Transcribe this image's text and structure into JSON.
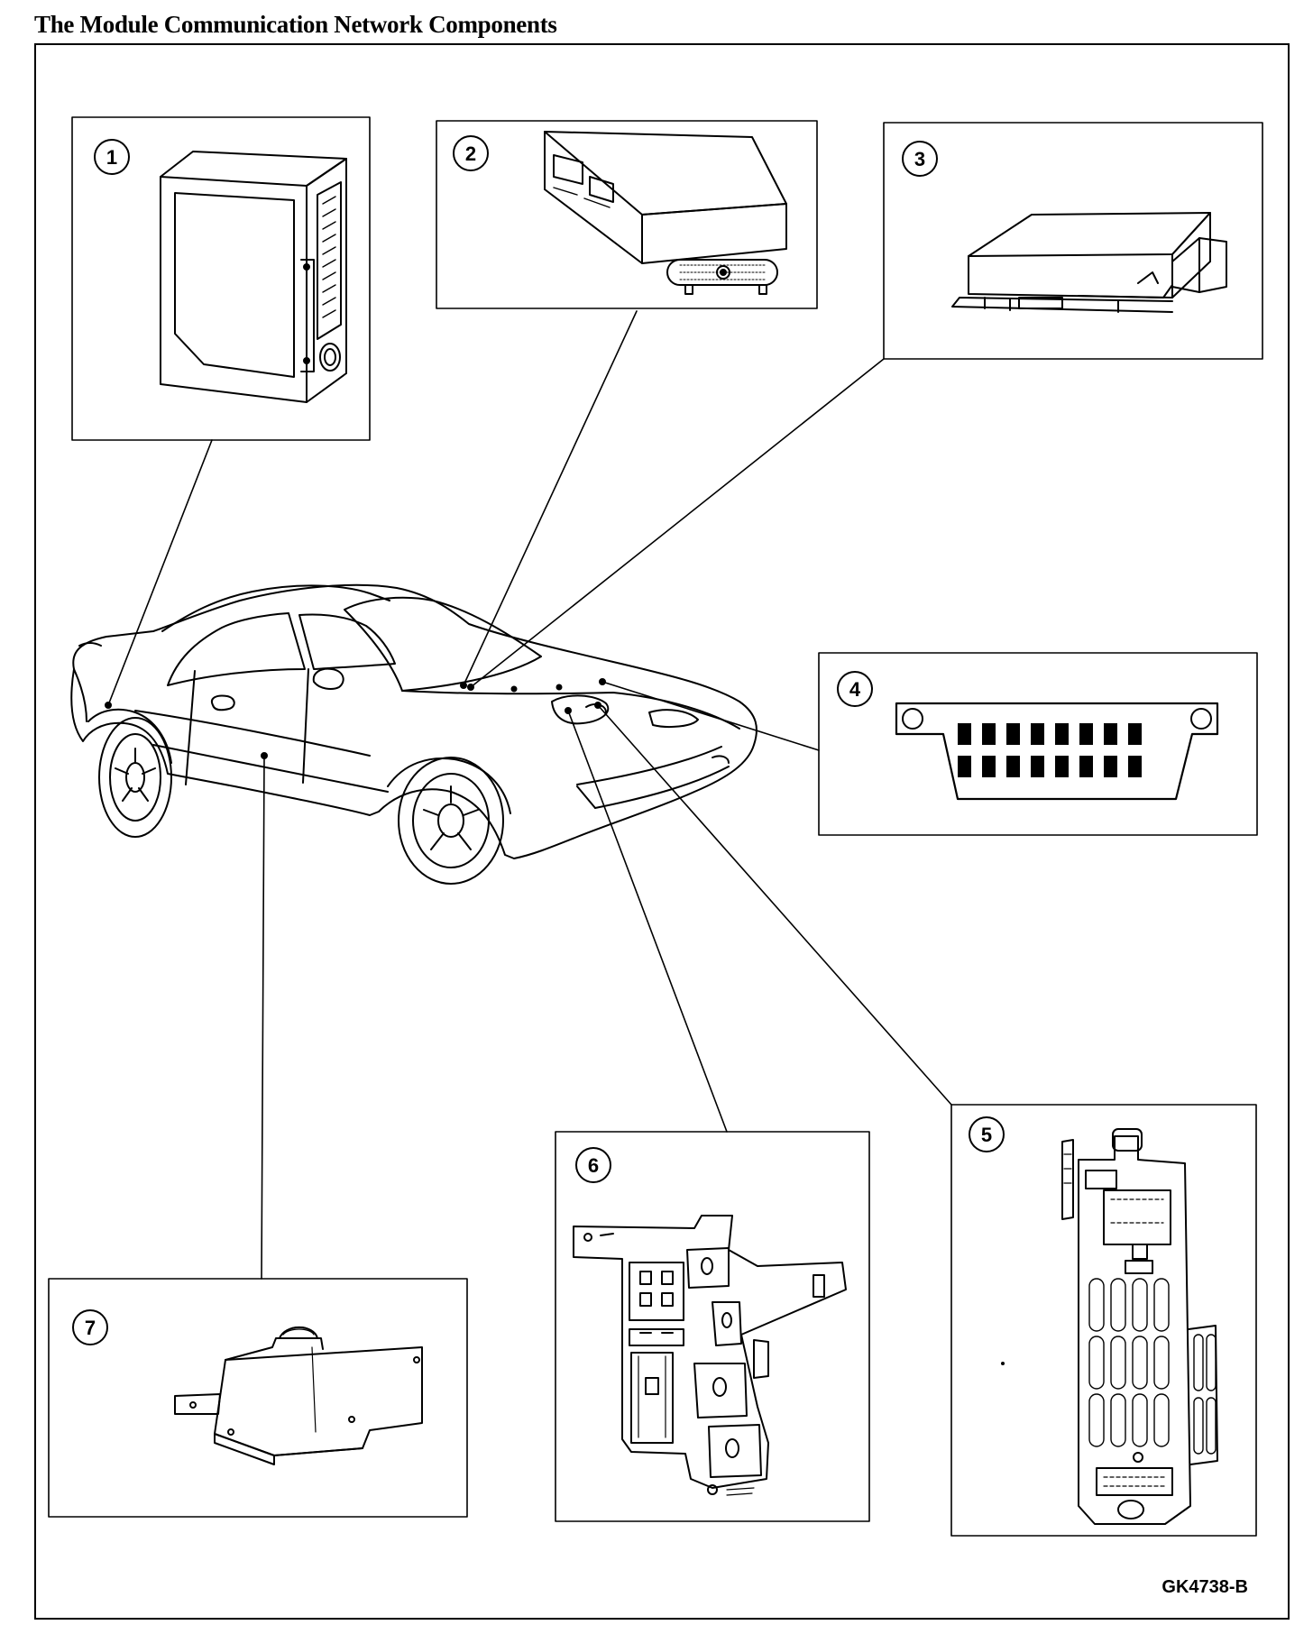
{
  "title": "The Module Communication Network Components",
  "figure_code": "GK4738-B",
  "callouts": [
    {
      "id": "1",
      "label": "1"
    },
    {
      "id": "2",
      "label": "2"
    },
    {
      "id": "3",
      "label": "3"
    },
    {
      "id": "4",
      "label": "4"
    },
    {
      "id": "5",
      "label": "5"
    },
    {
      "id": "6",
      "label": "6"
    },
    {
      "id": "7",
      "label": "7"
    }
  ],
  "icons": {
    "component-1": "module-box-icon",
    "component-2": "flat-module-icon",
    "component-3": "module-with-connector-icon",
    "component-4": "data-link-connector-icon",
    "component-5": "fuse-junction-panel-icon",
    "component-6": "relay-bracket-icon",
    "component-7": "circuit-module-icon",
    "vehicle": "car-outline-icon"
  },
  "colors": {
    "ink": "#000000",
    "paper": "#ffffff"
  }
}
